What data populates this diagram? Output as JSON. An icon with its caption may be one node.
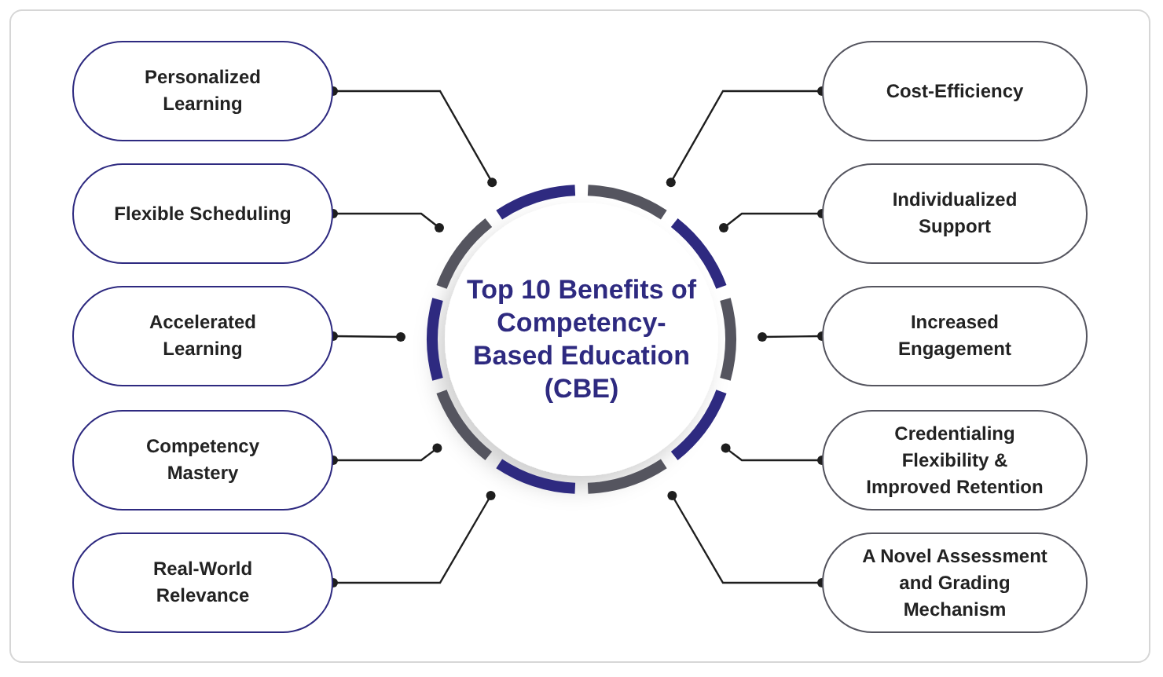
{
  "diagram": {
    "nodes": [
      {
        "text": [
          "Top 10 Benefits of Competency-Based Education (CBE)"
        ]
      },
      {
        "text": [
          "Personalized Learning"
        ]
      },
      {
        "text": [
          "Flexible Scheduling"
        ]
      },
      {
        "text": [
          "Accelerated Learning"
        ]
      },
      {
        "text": [
          "Competency Mastery"
        ]
      },
      {
        "text": [
          "Real-World Relevance"
        ]
      },
      {
        "text": [
          "Cost-Efficiency"
        ]
      },
      {
        "text": [
          "Individualized Support"
        ]
      },
      {
        "text": [
          "Increased Engagement"
        ]
      },
      {
        "text": [
          "Credentialing Flexibility & Improved Retention"
        ]
      },
      {
        "text": [
          "A Novel Assessment and Grading Mechanism"
        ]
      }
    ],
    "edges": [
      {
        "from": 1,
        "to": 0,
        "arrow": "other"
      },
      {
        "from": 2,
        "to": 0,
        "arrow": "other"
      },
      {
        "from": 3,
        "to": 0,
        "arrow": "other"
      },
      {
        "from": 4,
        "to": 0,
        "arrow": "other"
      },
      {
        "from": 5,
        "to": 0,
        "arrow": "other"
      },
      {
        "from": 6,
        "to": 0,
        "arrow": "other"
      },
      {
        "from": 7,
        "to": 0,
        "arrow": "other"
      },
      {
        "from": 8,
        "to": 0,
        "arrow": "other"
      },
      {
        "from": 9,
        "to": 0,
        "arrow": "other"
      },
      {
        "from": 10,
        "to": 0,
        "arrow": "other"
      }
    ]
  }
}
